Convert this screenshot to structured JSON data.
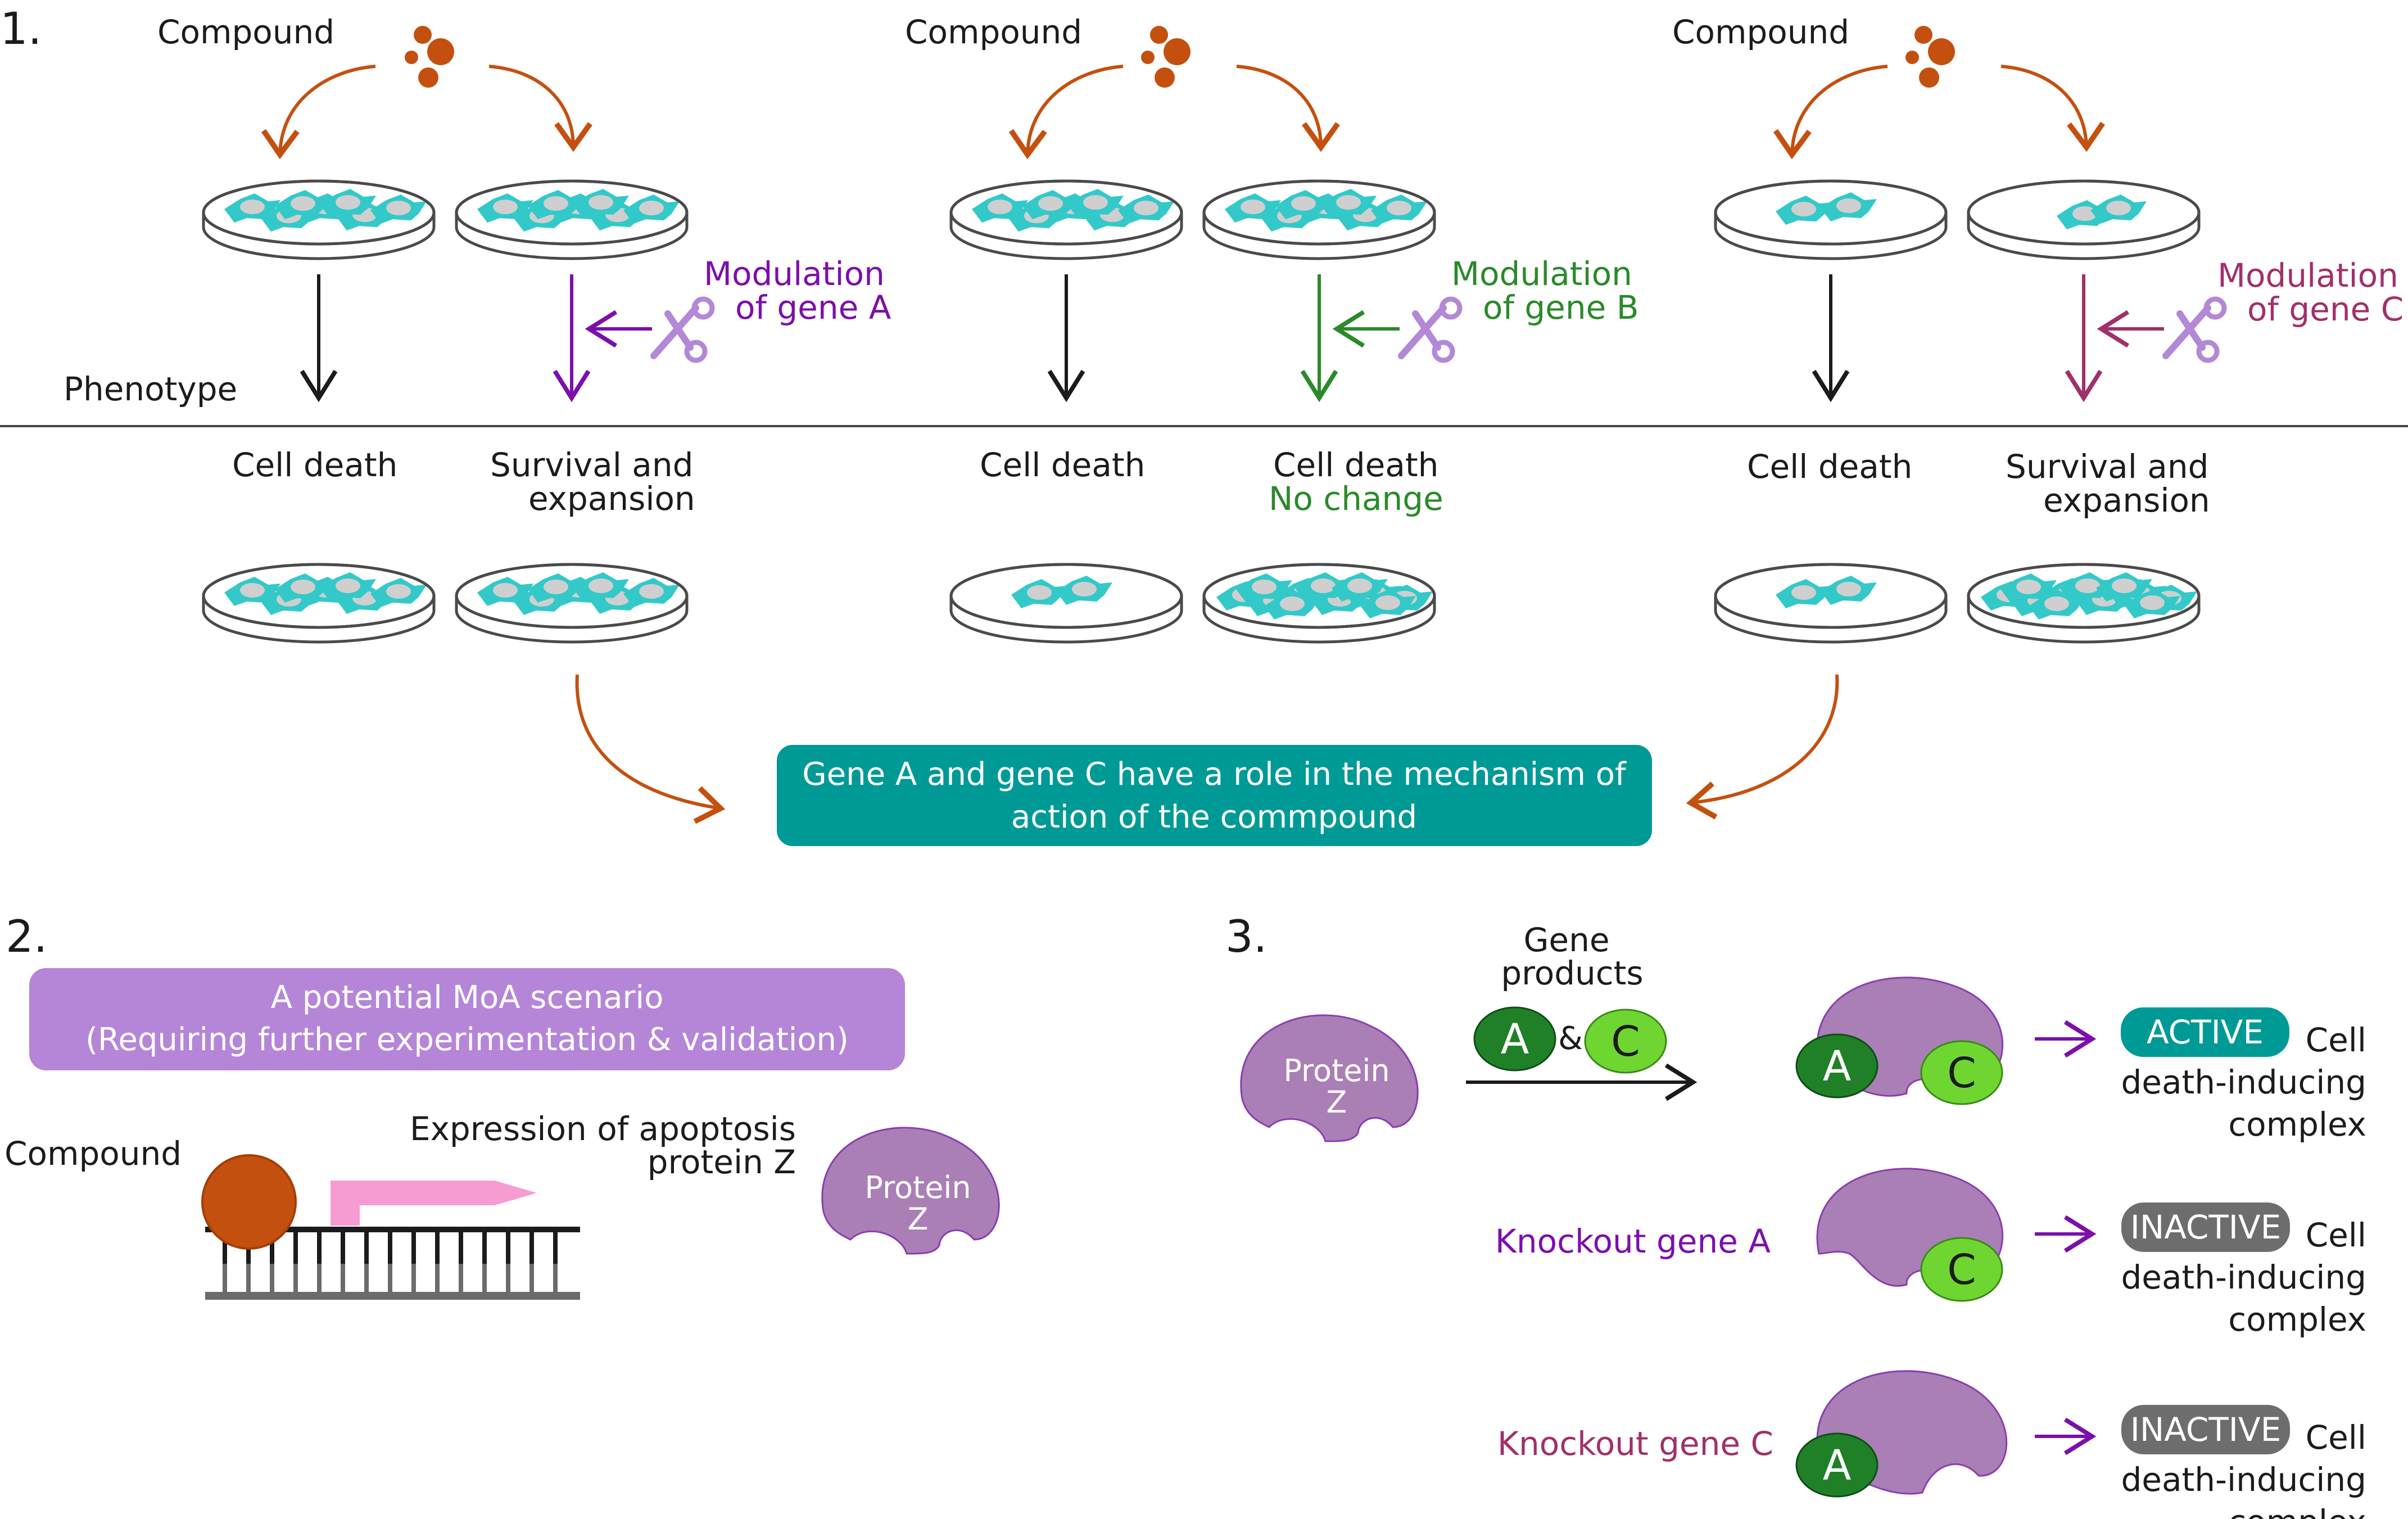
{
  "colors": {
    "orange": "#c4500f",
    "teal": "#009a96",
    "cell": "#33c9c9",
    "nucleus": "#cfcfcf",
    "purple": "#7c0fac",
    "green": "#2a8a2a",
    "magenta": "#a0306a",
    "scenario_fill": "#b586d8",
    "protein": "#a97fb6",
    "dark_green": "#208028",
    "light_green": "#6fd631",
    "gray_badge": "#6d6d6d",
    "pink": "#f69cd2"
  },
  "icons": [
    "compound-dots-icon",
    "curved-arrow-icon",
    "petri-dish-icon",
    "scissors-icon",
    "down-arrow-icon",
    "dna-icon",
    "protein-icon"
  ],
  "panel1": {
    "number": "1.",
    "phenotype_label": "Phenotype",
    "experiments": [
      {
        "compound_label": "Compound",
        "modulation_line1": "Modulation",
        "modulation_line2": "of gene A",
        "left_result": "Cell death",
        "right_result_line1": "Survival and",
        "right_result_line2": "expansion"
      },
      {
        "compound_label": "Compound",
        "modulation_line1": "Modulation",
        "modulation_line2": "of gene B",
        "left_result": "Cell death",
        "right_result_line1": "Cell death",
        "right_result_line2": "No change"
      },
      {
        "compound_label": "Compound",
        "modulation_line1": "Modulation",
        "modulation_line2": "of gene C",
        "left_result": "Cell death",
        "right_result_line1": "Survival and",
        "right_result_line2": "expansion"
      }
    ],
    "conclusion_line1": "Gene A and gene C have a role in the mechanism of",
    "conclusion_line2": "action of the commpound"
  },
  "panel2": {
    "number": "2.",
    "scenario_line1": "A potential MoA scenario",
    "scenario_line2": "(Requiring further experimentation & validation)",
    "compound_label": "Compound",
    "expression_line1": "Expression of apoptosis",
    "expression_line2": "protein Z",
    "protein_line1": "Protein",
    "protein_line2": "Z"
  },
  "panel3": {
    "number": "3.",
    "gene_products_line1": "Gene",
    "gene_products_line2": "products",
    "gene_a": "A",
    "ampersand": "&",
    "gene_c": "C",
    "protein_line1": "Protein",
    "protein_line2": "Z",
    "rows": [
      {
        "condition": "",
        "status": "ACTIVE",
        "desc_line1": "Cell",
        "desc_line2": "death-inducing",
        "desc_line3": "complex"
      },
      {
        "condition": "Knockout gene A",
        "status": "INACTIVE",
        "desc_line1": "Cell",
        "desc_line2": "death-inducing",
        "desc_line3": "complex"
      },
      {
        "condition": "Knockout gene C",
        "status": "INACTIVE",
        "desc_line1": "Cell",
        "desc_line2": "death-inducing",
        "desc_line3": "complex"
      }
    ]
  }
}
